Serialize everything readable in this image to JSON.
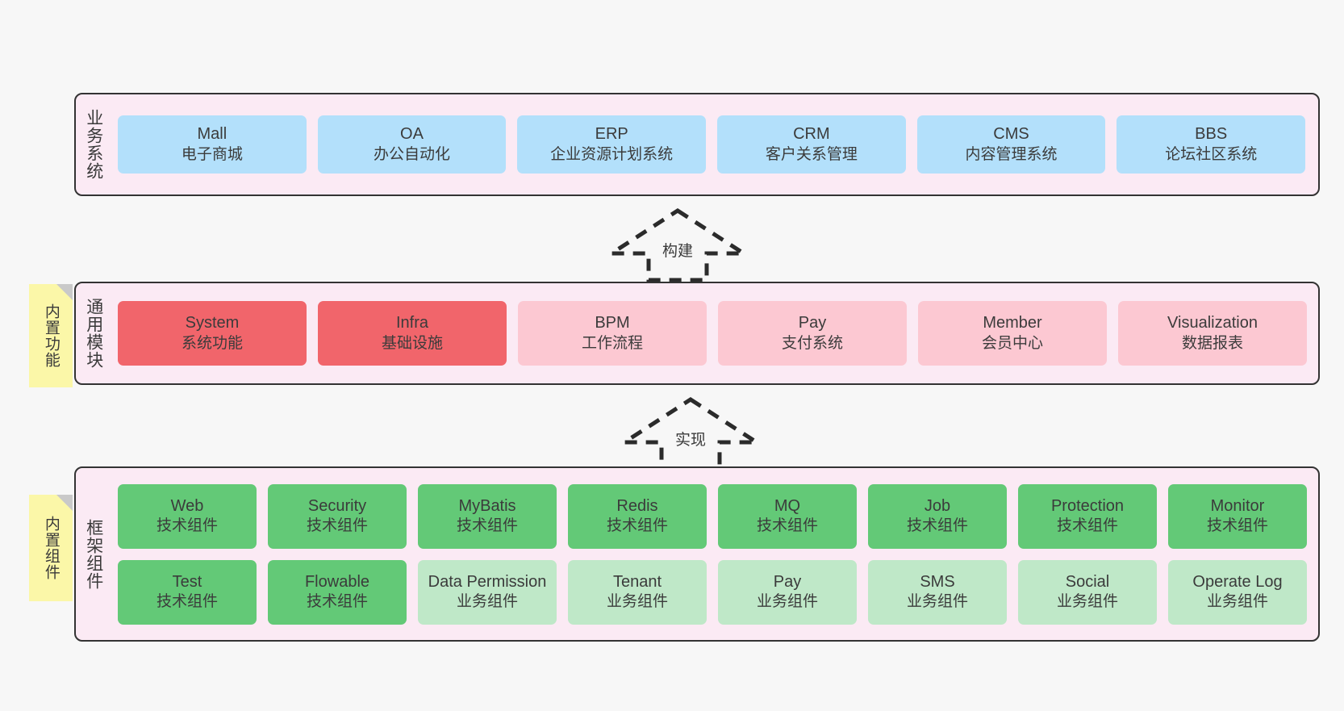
{
  "diagram": {
    "title": "Architecture layers",
    "colors": {
      "layer_bg": "#fbeaf4",
      "layer_border": "#333333",
      "business_card": "#b3e0fb",
      "core_module_card": "#f1656b",
      "module_card": "#fcc8d2",
      "tech_component_card": "#63c977",
      "business_component_card": "#bfe8c8",
      "note_bg": "#fbf7a8",
      "note_fold": "#c9c9c9",
      "canvas_bg": "#f7f7f7"
    }
  },
  "layers": [
    {
      "id": "business",
      "label": "业务系统",
      "rows": [
        {
          "cards": [
            {
              "en": "Mall",
              "cn": "电子商城",
              "style": "c-blue"
            },
            {
              "en": "OA",
              "cn": "办公自动化",
              "style": "c-blue"
            },
            {
              "en": "ERP",
              "cn": "企业资源计划系统",
              "style": "c-blue"
            },
            {
              "en": "CRM",
              "cn": "客户关系管理",
              "style": "c-blue"
            },
            {
              "en": "CMS",
              "cn": "内容管理系统",
              "style": "c-blue"
            },
            {
              "en": "BBS",
              "cn": "论坛社区系统",
              "style": "c-blue"
            }
          ]
        }
      ]
    },
    {
      "id": "common",
      "label": "通用模块",
      "rows": [
        {
          "cards": [
            {
              "en": "System",
              "cn": "系统功能",
              "style": "c-red"
            },
            {
              "en": "Infra",
              "cn": "基础设施",
              "style": "c-red"
            },
            {
              "en": "BPM",
              "cn": "工作流程",
              "style": "c-pink"
            },
            {
              "en": "Pay",
              "cn": "支付系统",
              "style": "c-pink"
            },
            {
              "en": "Member",
              "cn": "会员中心",
              "style": "c-pink"
            },
            {
              "en": "Visualization",
              "cn": "数据报表",
              "style": "c-pink"
            }
          ]
        }
      ]
    },
    {
      "id": "framework",
      "label": "框架组件",
      "rows": [
        {
          "cards": [
            {
              "en": "Web",
              "cn": "技术组件",
              "style": "c-green"
            },
            {
              "en": "Security",
              "cn": "技术组件",
              "style": "c-green"
            },
            {
              "en": "MyBatis",
              "cn": "技术组件",
              "style": "c-green"
            },
            {
              "en": "Redis",
              "cn": "技术组件",
              "style": "c-green"
            },
            {
              "en": "MQ",
              "cn": "技术组件",
              "style": "c-green"
            },
            {
              "en": "Job",
              "cn": "技术组件",
              "style": "c-green"
            },
            {
              "en": "Protection",
              "cn": "技术组件",
              "style": "c-green"
            },
            {
              "en": "Monitor",
              "cn": "技术组件",
              "style": "c-green"
            }
          ]
        },
        {
          "cards": [
            {
              "en": "Test",
              "cn": "技术组件",
              "style": "c-green"
            },
            {
              "en": "Flowable",
              "cn": "技术组件",
              "style": "c-green"
            },
            {
              "en": "Data Permission",
              "cn": "业务组件",
              "style": "c-lightgreen"
            },
            {
              "en": "Tenant",
              "cn": "业务组件",
              "style": "c-lightgreen"
            },
            {
              "en": "Pay",
              "cn": "业务组件",
              "style": "c-lightgreen"
            },
            {
              "en": "SMS",
              "cn": "业务组件",
              "style": "c-lightgreen"
            },
            {
              "en": "Social",
              "cn": "业务组件",
              "style": "c-lightgreen"
            },
            {
              "en": "Operate Log",
              "cn": "业务组件",
              "style": "c-lightgreen"
            }
          ]
        }
      ]
    }
  ],
  "notes": [
    {
      "id": "builtin-func",
      "text": "内置功能"
    },
    {
      "id": "builtin-comp",
      "text": "内置组件"
    }
  ],
  "arrows": [
    {
      "id": "build",
      "label": "构建"
    },
    {
      "id": "impl",
      "label": "实现"
    }
  ]
}
